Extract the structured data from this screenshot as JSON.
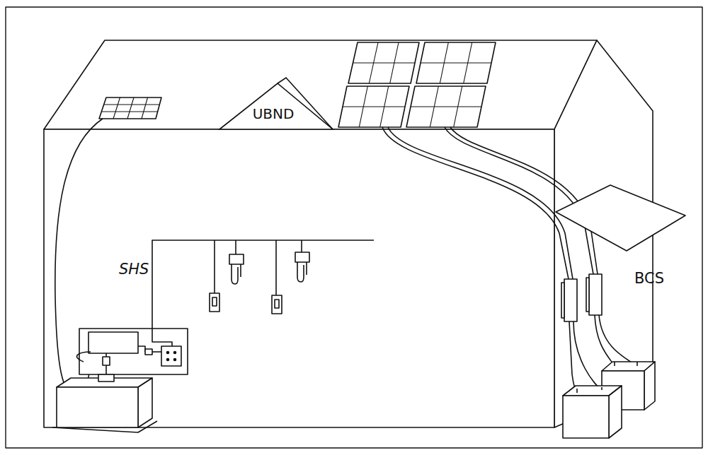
{
  "diagram": {
    "nodes": [
      {
        "text": [
          "UBND"
        ]
      }
    ],
    "labels": [
      "SHS",
      "BCS"
    ]
  }
}
